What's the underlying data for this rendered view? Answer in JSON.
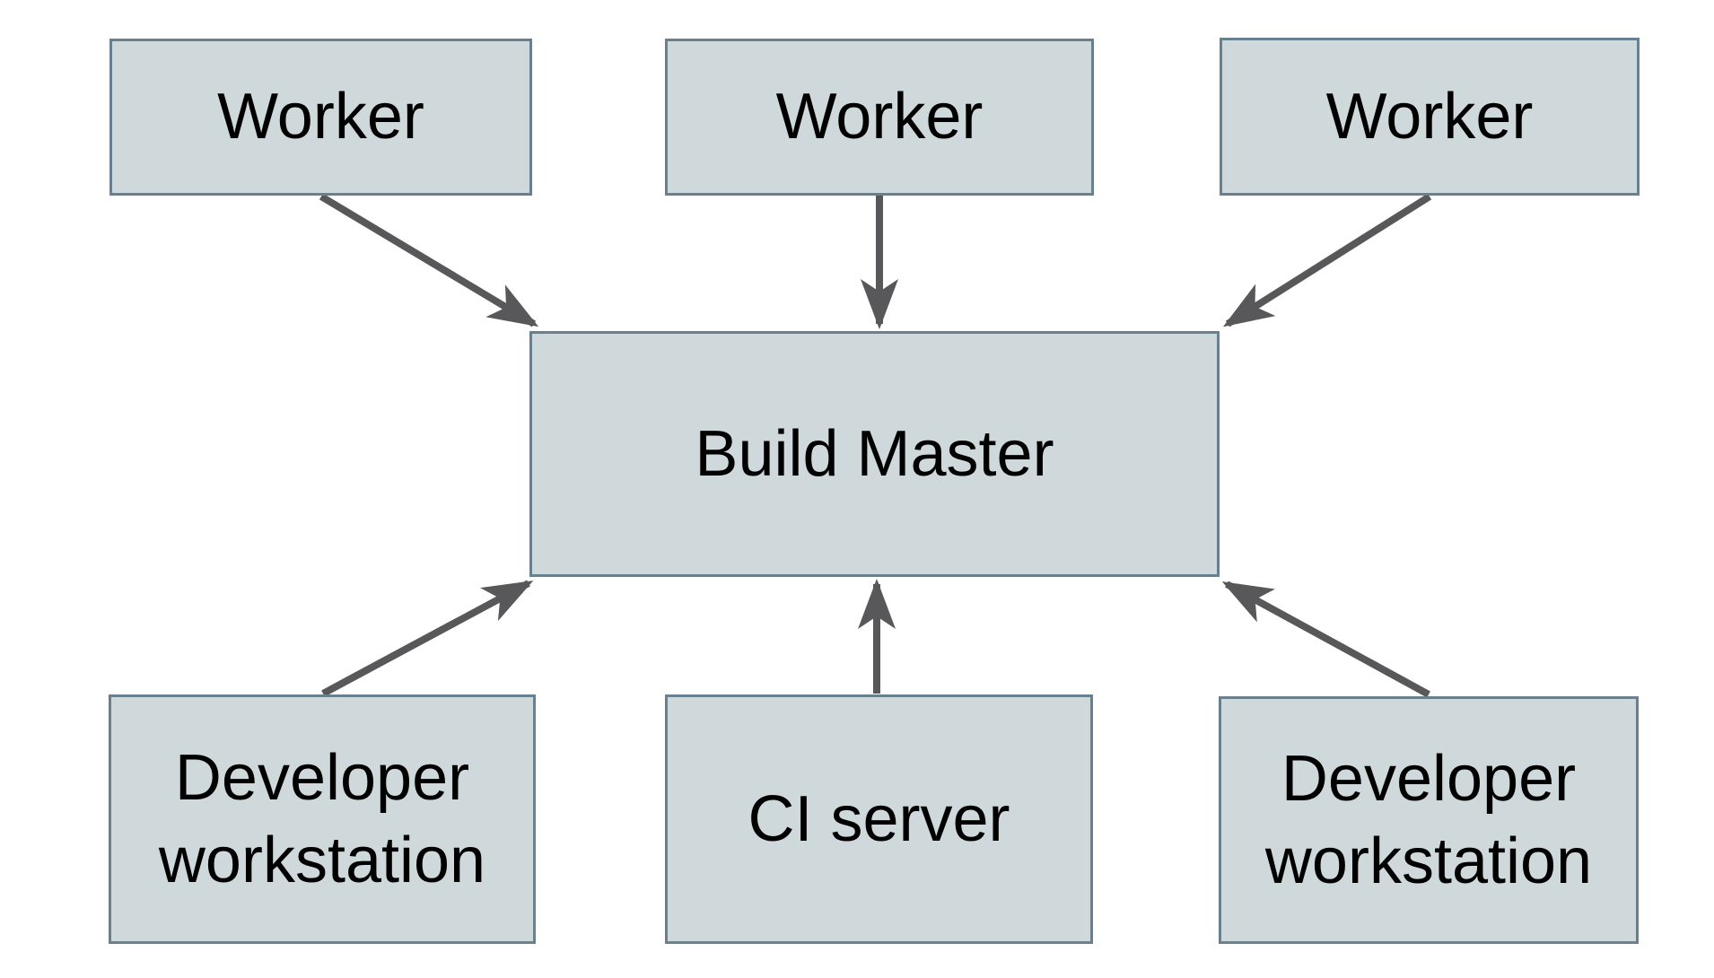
{
  "diagram": {
    "background_color": "#ffffff",
    "node_fill_color": "#cfd8da",
    "node_border_color": "#69818f",
    "arrow_color": "#58585a",
    "text_color": "#000000",
    "nodes": [
      {
        "id": "worker-1",
        "label": "Worker"
      },
      {
        "id": "worker-2",
        "label": "Worker"
      },
      {
        "id": "worker-3",
        "label": "Worker"
      },
      {
        "id": "build-master",
        "label": "Build Master"
      },
      {
        "id": "developer-workstation-left",
        "label": "Developer workstation"
      },
      {
        "id": "ci-server",
        "label": "CI server"
      },
      {
        "id": "developer-workstation-right",
        "label": "Developer workstation"
      }
    ],
    "edges": [
      {
        "from": "worker-1",
        "to": "build-master"
      },
      {
        "from": "worker-2",
        "to": "build-master"
      },
      {
        "from": "worker-3",
        "to": "build-master"
      },
      {
        "from": "developer-workstation-left",
        "to": "build-master"
      },
      {
        "from": "ci-server",
        "to": "build-master"
      },
      {
        "from": "developer-workstation-right",
        "to": "build-master"
      }
    ]
  }
}
